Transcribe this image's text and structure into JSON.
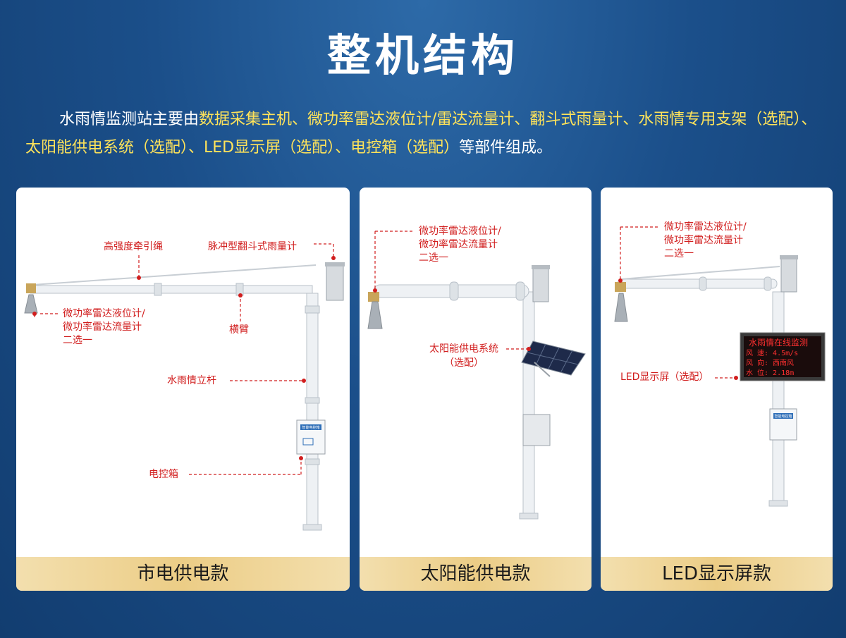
{
  "title": "整机结构",
  "intro": {
    "lead": "水雨情监测站主要由",
    "parts": "数据采集主机、微功率雷达液位计/雷达流量计、翻斗式雨量计、水雨情专用支架（选配）、太阳能供电系统（选配）、LED显示屏（选配）、电控箱（选配）",
    "tail": "等部件组成。"
  },
  "cards": [
    {
      "footer": "市电供电款",
      "labels": {
        "rope": "高强度牵引绳",
        "rain_gauge": "脉冲型翻斗式雨量计",
        "radar_1": "微功率雷达液位计/",
        "radar_2": "微功率雷达流量计",
        "radar_3": "二选一",
        "arm": "横臂",
        "pole": "水雨情立杆",
        "box": "电控箱"
      },
      "box_plate": "智能电控箱"
    },
    {
      "footer": "太阳能供电款",
      "labels": {
        "radar_1": "微功率雷达液位计/",
        "radar_2": "微功率雷达流量计",
        "radar_3": "二选一",
        "solar_1": "太阳能供电系统",
        "solar_2": "（选配）"
      }
    },
    {
      "footer": "LED显示屏款",
      "labels": {
        "radar_1": "微功率雷达液位计/",
        "radar_2": "微功率雷达流量计",
        "radar_3": "二选一",
        "led": "LED显示屏（选配）"
      },
      "box_plate": "智能电控箱",
      "led_screen": {
        "line1": "水雨情在线监测",
        "line2": "风 速:  4.5m/s",
        "line3": "风 向:  西南风",
        "line4": "水 位:  2.18m"
      }
    }
  ],
  "colors": {
    "accent_text": "#ffe35a",
    "label_red": "#d11e1e",
    "footer_gold": "#eccd86"
  }
}
